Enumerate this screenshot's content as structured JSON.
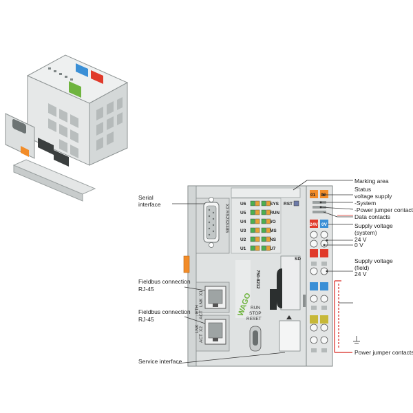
{
  "callouts_left": {
    "serial": [
      "Serial",
      "interface"
    ],
    "fieldbus1": [
      "Fieldbus connection",
      "RJ-45"
    ],
    "fieldbus2": [
      "Fieldbus connection",
      "RJ-45"
    ],
    "service": "Service interface"
  },
  "callouts_right": {
    "marking": "Marking area",
    "status": [
      "Status",
      "voltage supply",
      "-System",
      "-Power jumper contacts"
    ],
    "data": "Data contacts",
    "supply_sys": [
      "Supply voltage",
      "(system)",
      "24 V",
      "0 V"
    ],
    "supply_field": [
      "Supply voltage",
      "(field)",
      "24 V"
    ],
    "power_jumper": "Power jumper contacts"
  },
  "device": {
    "led_left": [
      "U6",
      "U5",
      "U4",
      "U3",
      "U2",
      "U1"
    ],
    "led_right": [
      "SYS",
      "RUN",
      "I/O",
      "MS",
      "NS",
      "U7"
    ],
    "rst": "RST",
    "sd": "SD",
    "serial_vertical": "X3 RS232/485",
    "model": "750-8212",
    "brand": "WAGO",
    "switch": [
      "RUN",
      "STOP",
      "RESET"
    ],
    "port1": [
      "X1",
      "LNK",
      "ACT"
    ],
    "port2": [
      "X2",
      "LNK",
      "ACT"
    ],
    "eth": "ETH",
    "term_top": [
      "01",
      "02"
    ],
    "term_supply": [
      "24V",
      "0V"
    ]
  },
  "colors": {
    "body": "#d9dcdc",
    "orange": "#f28c28",
    "red": "#e03a2a",
    "blue": "#3a8fd6",
    "led_green": "#4caf50",
    "wago_green": "#6fb43f",
    "callout_red": "#d7261e"
  }
}
